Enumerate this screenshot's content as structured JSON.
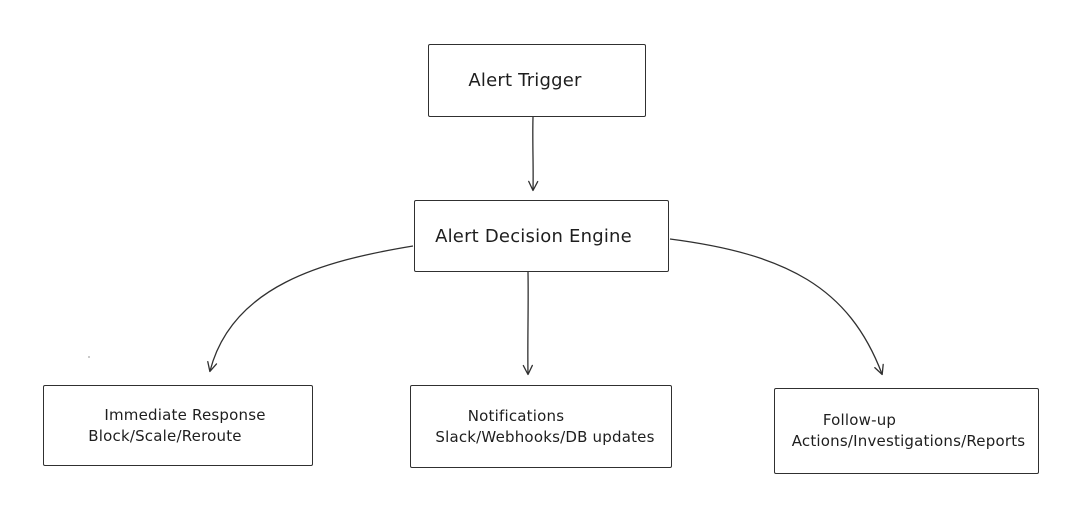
{
  "diagram": {
    "background_color": "#ffffff",
    "stroke_color": "#303030",
    "text_color": "#1e1e1e",
    "nodes": [
      {
        "id": "alert-trigger",
        "label": "Alert Trigger"
      },
      {
        "id": "alert-decision-engine",
        "label": "Alert Decision Engine"
      },
      {
        "id": "immediate-response",
        "lines": [
          "Immediate Response",
          "Block/Scale/Reroute"
        ]
      },
      {
        "id": "notifications",
        "lines": [
          "Notifications",
          "Slack/Webhooks/DB updates"
        ]
      },
      {
        "id": "follow-up",
        "lines": [
          "Follow-up",
          "Actions/Investigations/Reports"
        ]
      }
    ],
    "edges": [
      {
        "from": "alert-trigger",
        "to": "alert-decision-engine"
      },
      {
        "from": "alert-decision-engine",
        "to": "immediate-response"
      },
      {
        "from": "alert-decision-engine",
        "to": "notifications"
      },
      {
        "from": "alert-decision-engine",
        "to": "follow-up"
      }
    ]
  }
}
